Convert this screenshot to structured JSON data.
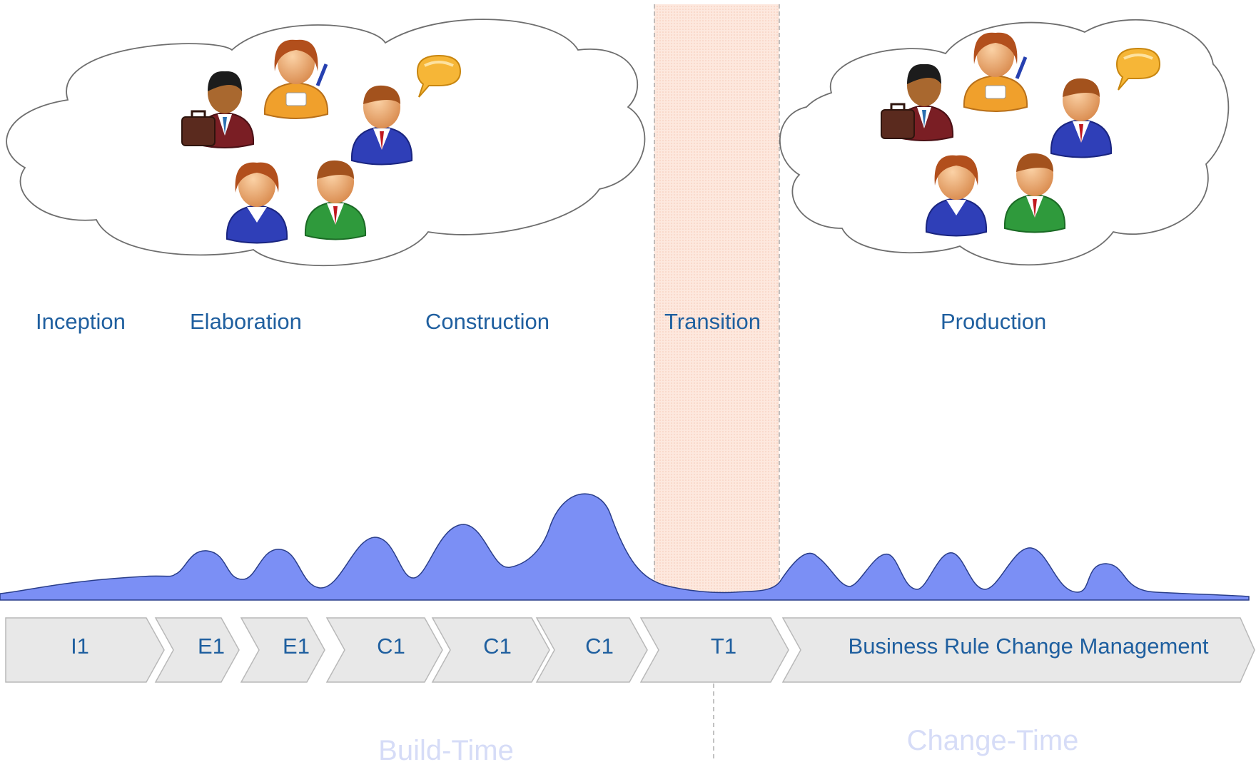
{
  "phases": [
    "Inception",
    "Elaboration",
    "Construction",
    "Transition",
    "Production"
  ],
  "iterations": [
    "I1",
    "E1",
    "E1",
    "C1",
    "C1",
    "C1",
    "T1",
    "Business Rule Change Management"
  ],
  "periods": {
    "build": "Build-Time",
    "change": "Change-Time"
  },
  "colors": {
    "phase_text": "#1f5f9f",
    "effort_fill": "#7b8ff5",
    "transition_band": "#fde6dc",
    "chevron_fill": "#e8e8e8",
    "period_text": "#d6dcf7"
  },
  "icons": [
    "cloud-icon",
    "businessman-briefcase-icon",
    "woman-badge-icon",
    "speaking-man-icon",
    "man-blue-icon",
    "man-green-icon"
  ]
}
